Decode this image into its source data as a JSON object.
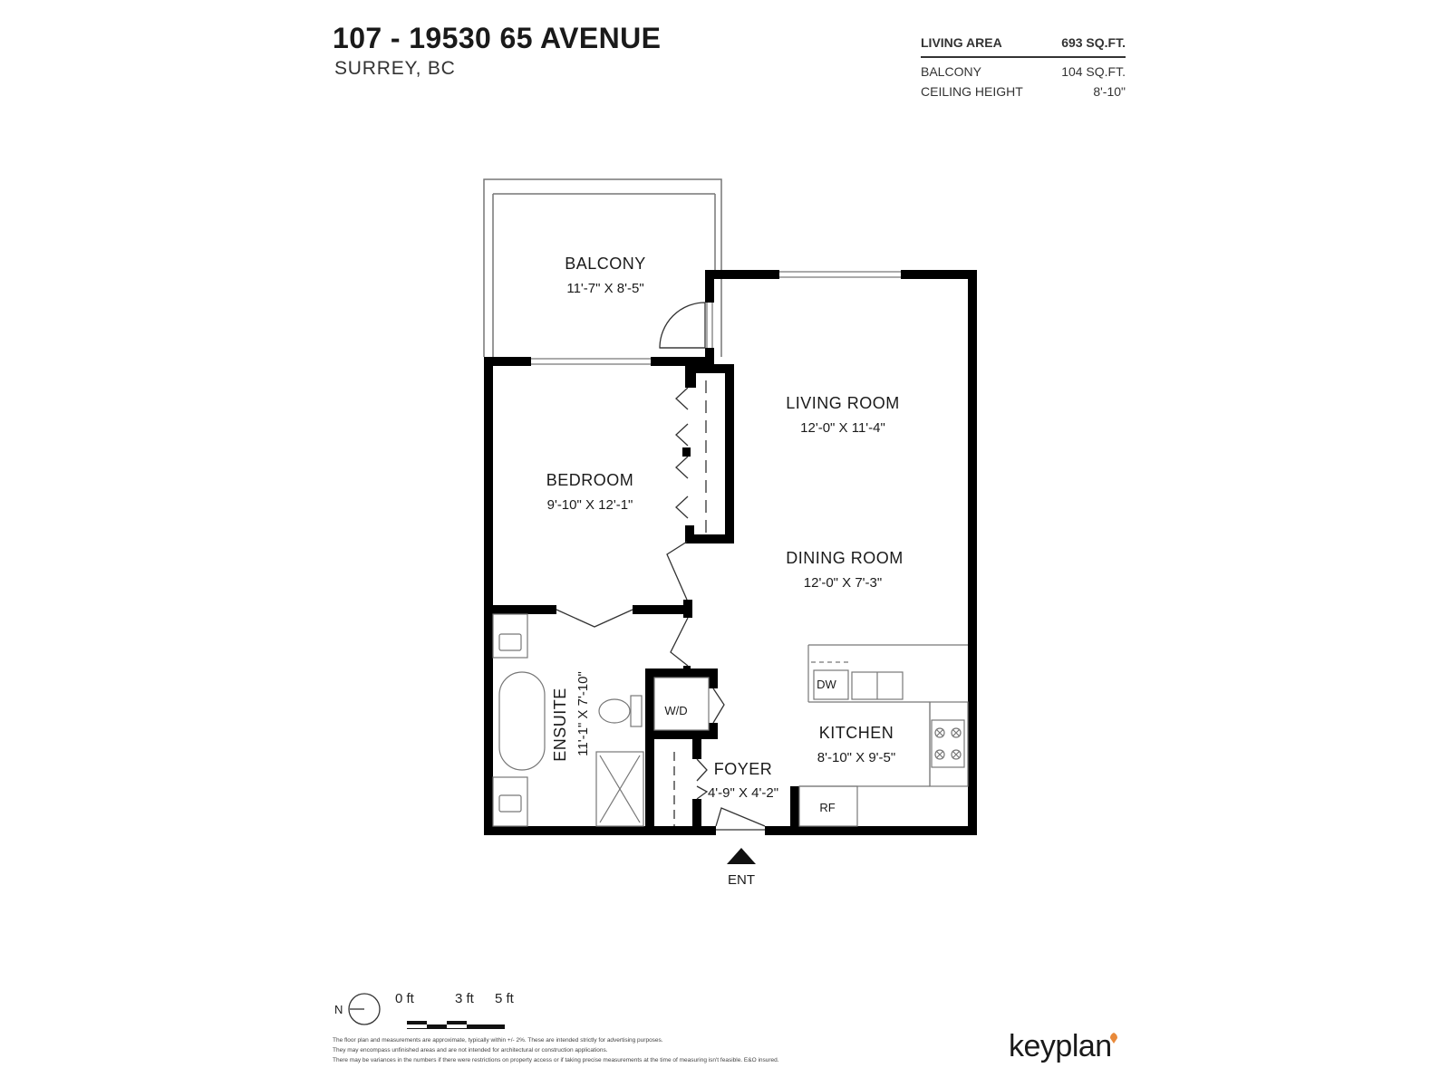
{
  "header": {
    "address": "107 - 19530 65 AVENUE",
    "city": "SURREY, BC"
  },
  "areas": {
    "living_area": {
      "label": "LIVING AREA",
      "value": "693 SQ.FT."
    },
    "balcony": {
      "label": "BALCONY",
      "value": "104 SQ.FT."
    },
    "ceiling": {
      "label": "CEILING HEIGHT",
      "value": "8'-10\""
    }
  },
  "rooms": {
    "balcony": {
      "name": "BALCONY",
      "dims": "11'-7\"  X  8'-5\""
    },
    "living": {
      "name": "LIVING ROOM",
      "dims": "12'-0\"  X  11'-4\""
    },
    "bedroom": {
      "name": "BEDROOM",
      "dims": "9'-10\"  X  12'-1\""
    },
    "dining": {
      "name": "DINING ROOM",
      "dims": "12'-0\"  X  7'-3\""
    },
    "ensuite": {
      "name": "ENSUITE",
      "dims": "11'-1\"  X  7'-10\""
    },
    "kitchen": {
      "name": "KITCHEN",
      "dims": "8'-10\"  X  9'-5\""
    },
    "foyer": {
      "name": "FOYER",
      "dims": "4'-9\" X 4'-2\""
    }
  },
  "fixtures": {
    "washer_dryer": "W/D",
    "dishwasher": "DW",
    "fridge": "RF"
  },
  "entrance": "ENT",
  "compass": "N",
  "scale": {
    "zero": "0 ft",
    "three": "3 ft",
    "five": "5 ft"
  },
  "disclaimer": [
    "The floor plan and measurements are approximate, typically within +/- 2%. These are intended strictly for advertising purposes.",
    "They may encompass unfinished areas and are not intended for architectural or construction applications.",
    "There may be variances in the numbers if there were restrictions on property access or if taking precise measurements at the time of measuring isn't feasible. E&O insured."
  ],
  "brand": "keyplan",
  "colors": {
    "wall": "#000000",
    "thin": "#555555",
    "brand_accent": "#e8893a"
  }
}
